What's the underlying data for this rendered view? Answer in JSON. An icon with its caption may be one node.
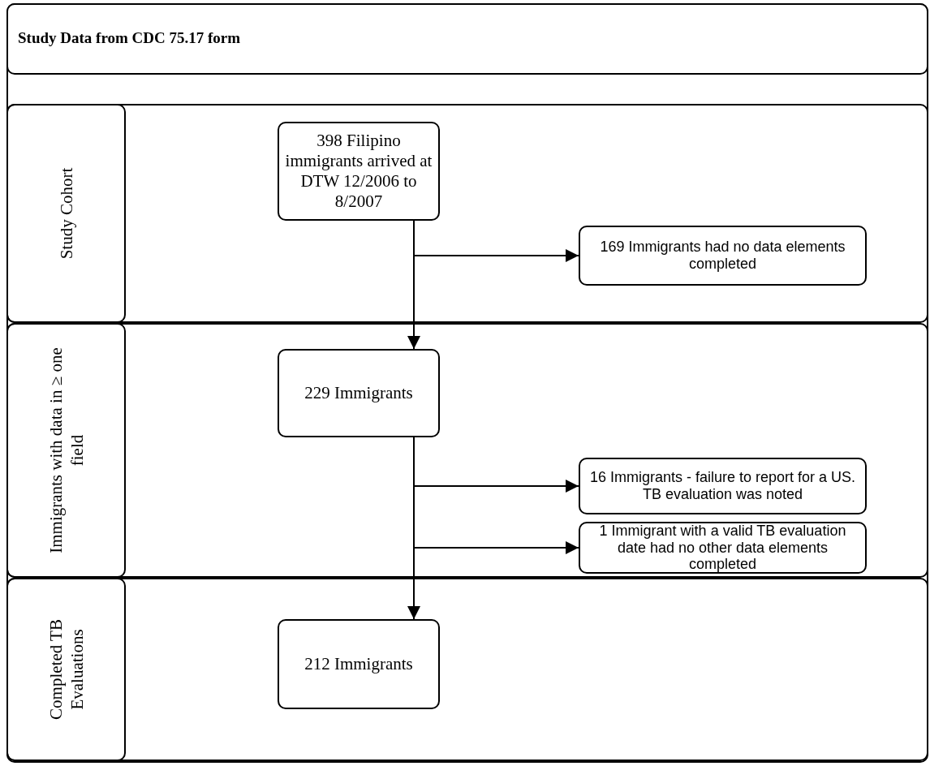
{
  "diagram": {
    "nodes": [
      {
        "text": [
          "Study Data from CDC 75.17 form"
        ]
      },
      {
        "text": [
          "Study Cohort"
        ],
        "in": 0
      },
      {
        "text": [
          "398 Filipino immigrants arrived at DTW 12/2006 to 8/2007"
        ],
        "in": 1
      },
      {
        "text": [
          "169 Immigrants  had no data elements completed"
        ],
        "in": 1
      },
      {
        "text": [
          "Immigrants with data in ≥ one field"
        ],
        "in": 0
      },
      {
        "text": [
          "229 Immigrants"
        ],
        "in": 4
      },
      {
        "text": [
          "16 Immigrants - failure to report for a US. TB evaluation was noted"
        ],
        "in": 4
      },
      {
        "text": [
          "1 Immigrant with a valid TB evaluation date had no other data elements completed"
        ],
        "in": 4
      },
      {
        "text": [
          "Completed TB Evaluations"
        ],
        "in": 0
      },
      {
        "text": [
          "212 Immigrants"
        ],
        "in": 8
      }
    ],
    "edges": [
      {
        "from": 2,
        "to": 5,
        "arrow": "to"
      },
      {
        "from": 2,
        "to": 3,
        "arrow": "to"
      },
      {
        "from": 5,
        "to": 9,
        "arrow": "to"
      },
      {
        "from": 5,
        "to": 6,
        "arrow": "to"
      },
      {
        "from": 5,
        "to": 7,
        "arrow": "to"
      }
    ]
  }
}
